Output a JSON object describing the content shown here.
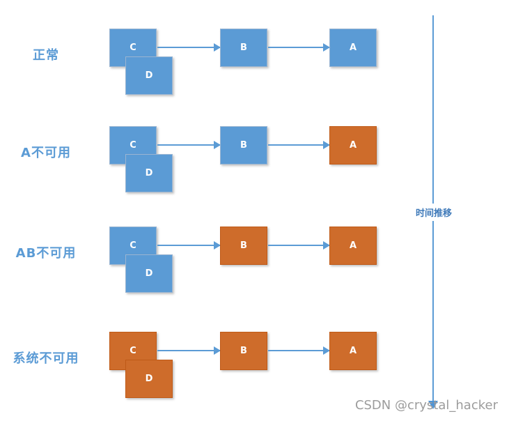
{
  "diagram": {
    "description": "Service dependency availability over time",
    "rows": [
      {
        "label": "正常",
        "nodes": [
          {
            "letter": "C",
            "status": "available"
          },
          {
            "letter": "D",
            "status": "available"
          },
          {
            "letter": "B",
            "status": "available"
          },
          {
            "letter": "A",
            "status": "available"
          }
        ]
      },
      {
        "label": "A不可用",
        "nodes": [
          {
            "letter": "C",
            "status": "available"
          },
          {
            "letter": "D",
            "status": "available"
          },
          {
            "letter": "B",
            "status": "available"
          },
          {
            "letter": "A",
            "status": "unavailable"
          }
        ]
      },
      {
        "label": "AB不可用",
        "nodes": [
          {
            "letter": "C",
            "status": "available"
          },
          {
            "letter": "D",
            "status": "available"
          },
          {
            "letter": "B",
            "status": "unavailable"
          },
          {
            "letter": "A",
            "status": "unavailable"
          }
        ]
      },
      {
        "label": "系统不可用",
        "nodes": [
          {
            "letter": "C",
            "status": "unavailable"
          },
          {
            "letter": "D",
            "status": "unavailable"
          },
          {
            "letter": "B",
            "status": "unavailable"
          },
          {
            "letter": "A",
            "status": "unavailable"
          }
        ]
      }
    ],
    "timeline": {
      "label": "时间推移"
    },
    "watermark": {
      "text": "CSDN @crystal_hacker"
    },
    "colors": {
      "available_fill": "#5B9BD5",
      "unavailable_fill": "#CE6C2B",
      "arrow": "#5B9BD5",
      "row_label_text": "#5B9BD5",
      "timeline": "#5B9BD5",
      "timeline_label_text": "#3E79B9",
      "watermark_text": "#9C9C9C"
    }
  }
}
